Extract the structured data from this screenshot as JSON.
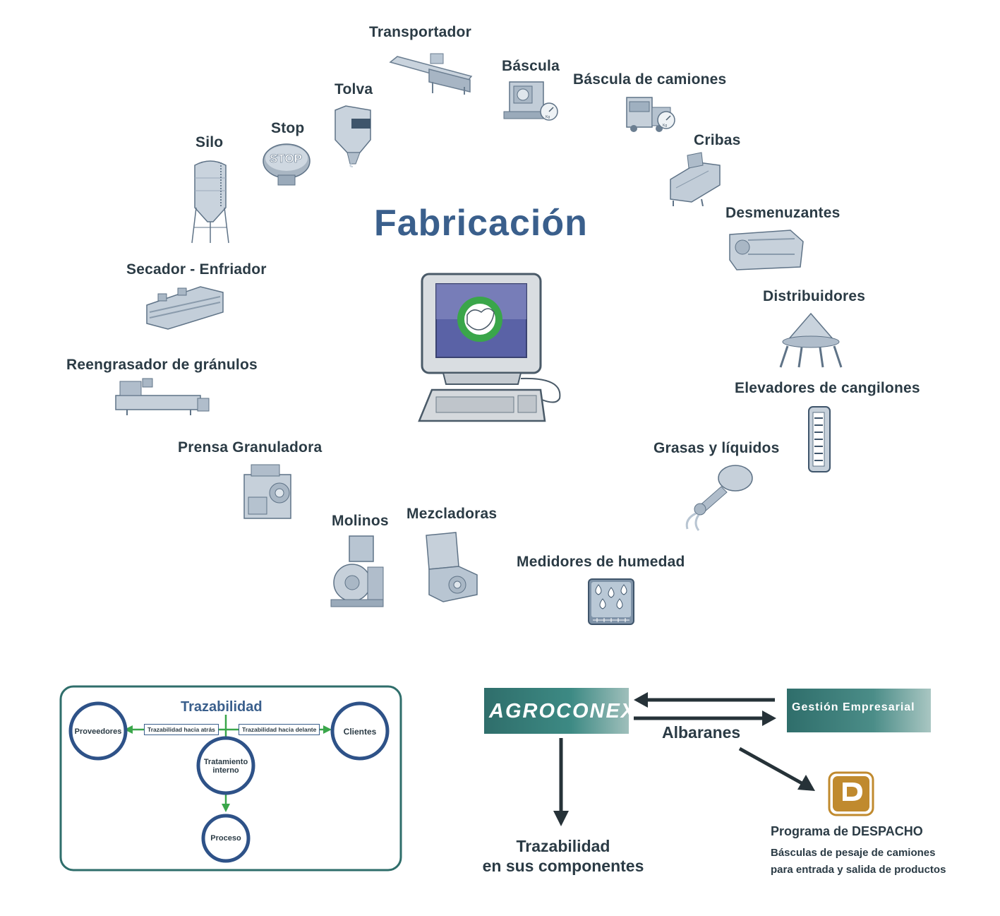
{
  "title": "Fabricación",
  "equipment": [
    {
      "id": "transportador",
      "label": "Transportador"
    },
    {
      "id": "bascula",
      "label": "Báscula"
    },
    {
      "id": "bascula-camiones",
      "label": "Báscula de camiones"
    },
    {
      "id": "tolva",
      "label": "Tolva"
    },
    {
      "id": "stop",
      "label": "Stop"
    },
    {
      "id": "silo",
      "label": "Silo"
    },
    {
      "id": "cribas",
      "label": "Cribas"
    },
    {
      "id": "desmenuzantes",
      "label": "Desmenuzantes"
    },
    {
      "id": "secador",
      "label": "Secador - Enfriador"
    },
    {
      "id": "distribuidores",
      "label": "Distribuidores"
    },
    {
      "id": "reengrasador",
      "label": "Reengrasador de gránulos"
    },
    {
      "id": "elevadores",
      "label": "Elevadores de cangilones"
    },
    {
      "id": "prensa",
      "label": "Prensa Granuladora"
    },
    {
      "id": "grasas",
      "label": "Grasas y líquidos"
    },
    {
      "id": "molinos",
      "label": "Molinos"
    },
    {
      "id": "mezcladoras",
      "label": "Mezcladoras"
    },
    {
      "id": "medidores",
      "label": "Medidores de humedad"
    }
  ],
  "stop_sign": "STOP",
  "scale_unit": "Kg",
  "trazabilidad": {
    "title": "Trazabilidad",
    "proveedores": "Proveedores",
    "clientes": "Clientes",
    "tratamiento": "Tratamiento interno",
    "proceso": "Proceso",
    "hacia_atras": "Trazabilidad hacia atrás",
    "hacia_delante": "Trazabilidad hacia delante"
  },
  "flow": {
    "agroconex": "AGROCONEX",
    "gestion": "Gestión  Empresarial",
    "albaranes": "Albaranes",
    "traza_line1": "Trazabilidad",
    "traza_line2": "en sus componentes",
    "logo_text": "DESPACHO",
    "desp_title": "Programa de DESPACHO",
    "desp_sub1": "Básculas de pesaje de camiones",
    "desp_sub2": "para entrada y salida de productos"
  },
  "colors": {
    "title_blue": "#3a5f8c",
    "teal": "#2f6e6b",
    "circle_blue": "#2e5288",
    "green_arrow": "#3aa64a",
    "dark_arrow": "#263238",
    "logo_orange": "#c08a2e"
  }
}
